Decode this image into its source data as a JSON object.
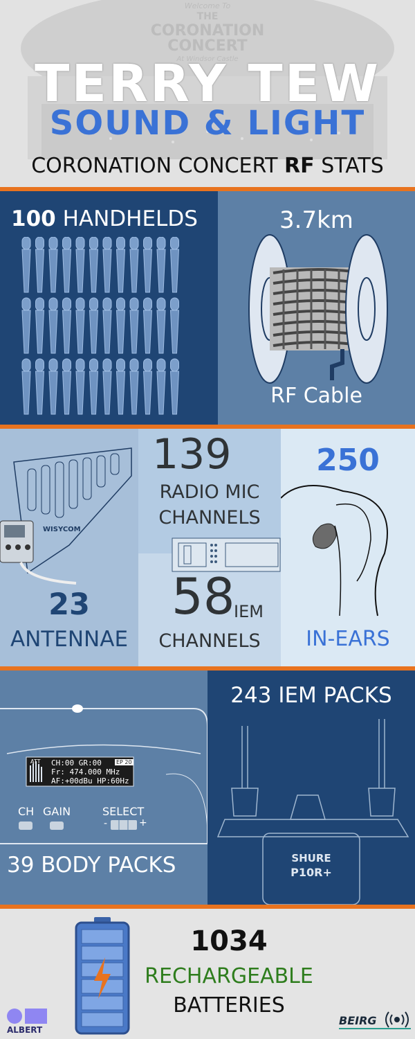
{
  "header": {
    "bg_top": "Welcome To",
    "bg_the": "THE",
    "bg_coronation": "CORONATION",
    "bg_concert": "CONCERT",
    "bg_windsor": "At Windsor Castle",
    "title": "TERRY TEW",
    "subtitle": "SOUND & LIGHT",
    "tagline_pre": "CORONATION CONCERT",
    "tagline_bold": "RF",
    "tagline_post": "STATS"
  },
  "handhelds": {
    "count": "100",
    "label": "HANDHELDS"
  },
  "cable": {
    "length": "3.7km",
    "label": "RF Cable"
  },
  "antennae": {
    "brand": "WISYCOM",
    "count": "23",
    "label": "ANTENNAE"
  },
  "radio_mics": {
    "count": "139",
    "label1": "RADIO MIC",
    "label2": "CHANNELS"
  },
  "iem_channels": {
    "count": "58",
    "unit": "IEM",
    "label": "CHANNELS"
  },
  "in_ears": {
    "count": "250",
    "label": "IN-EARS"
  },
  "body_packs": {
    "lcd_att": "ATT",
    "lcd_line1": "CH:00 GR:00",
    "lcd_tag": "EP 20",
    "lcd_line2": "Fr: 474.000 MHz",
    "lcd_line3": "AF:+00dBu HP:60Hz",
    "btn_ch": "CH",
    "btn_gain": "GAIN",
    "btn_select": "SELECT",
    "btn_minus": "-",
    "btn_plus": "+",
    "label": "39 BODY PACKS"
  },
  "iem_packs": {
    "label": "243 IEM PACKS",
    "brand": "SHURE",
    "model": "P10R+"
  },
  "batteries": {
    "count": "1034",
    "label1": "RECHARGEABLE",
    "label2": "BATTERIES"
  },
  "logos": {
    "left": "ALBERT",
    "right": "BEIRG"
  },
  "colors": {
    "orange": "#e8731f",
    "blue_text": "#3a72d6",
    "green_text": "#2e7d1d",
    "dark_panel": "#1f4574"
  }
}
